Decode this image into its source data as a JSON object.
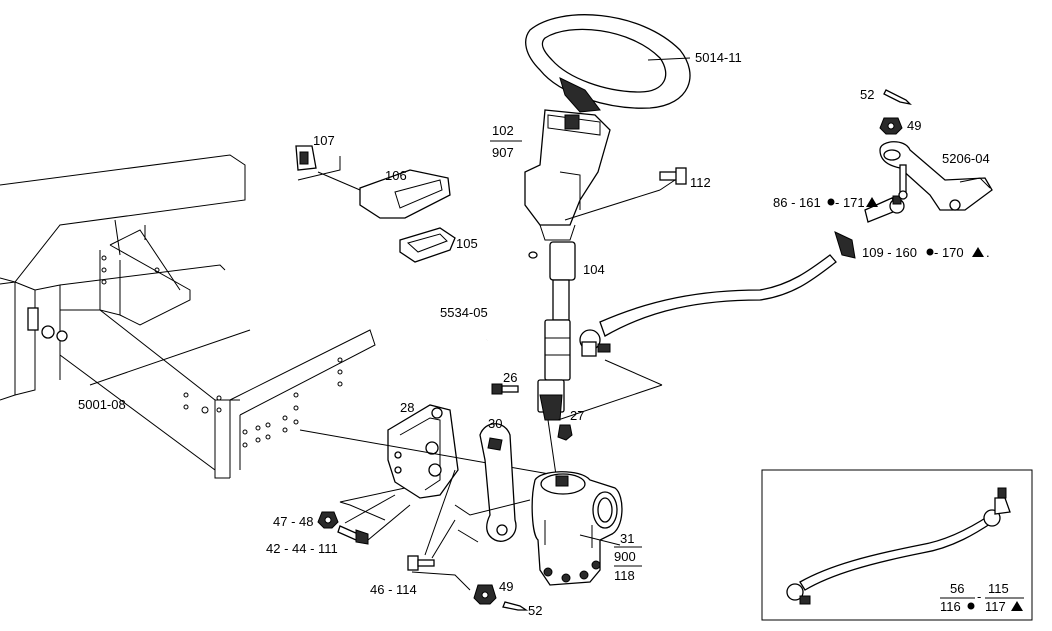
{
  "labels": {
    "wheel": "5014-11",
    "col_num": "102",
    "col_den": "907",
    "bracket107": "107",
    "bracket106": "106",
    "cover105": "105",
    "bolt112": "112",
    "joint104": "104",
    "tube5534": "5534-05",
    "frame": "5001-08",
    "bolt26": "26",
    "nut27": "27",
    "bracket28": "28",
    "arm30": "30",
    "box31": "31",
    "box_num": "900",
    "box_den": "118",
    "nut4748": "47 - 48",
    "bolt4244": "42 - 44 - 111",
    "bolt46": "46 - 114",
    "nut49b": "49",
    "pin52b": "52",
    "pin52a": "52",
    "nut49a": "49",
    "arm5206": "5206-04",
    "end86": "86 - 161",
    "end86b": " - 171",
    "end109": "109 - 160",
    "end109b": " - 170",
    "end109c": ".",
    "rod_num1": "56",
    "rod_den1": "116",
    "rod_sep": "-",
    "rod_num2": "115",
    "rod_den2": "117"
  }
}
